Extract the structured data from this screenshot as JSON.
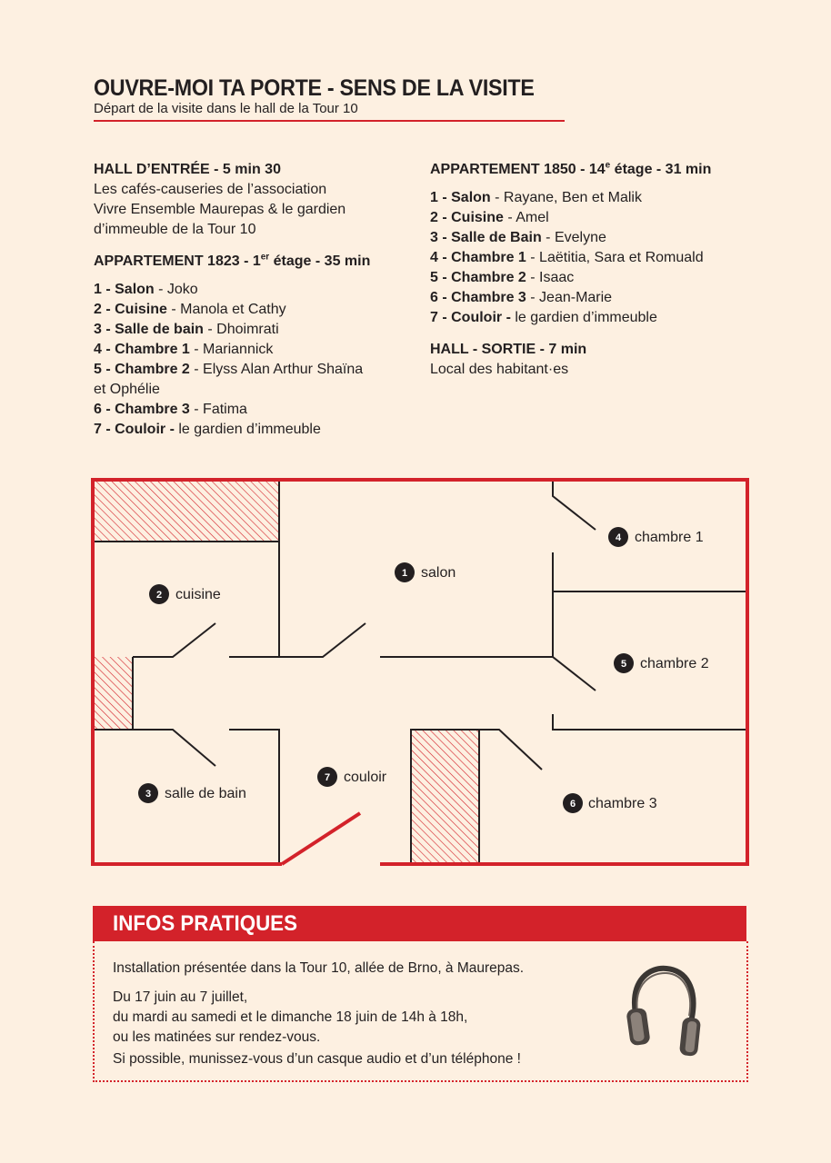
{
  "header": {
    "title": "OUVRE-MOI TA PORTE - SENS DE LA VISITE",
    "subtitle": "Départ de la visite dans le hall de la Tour 10"
  },
  "hall_entree": {
    "heading": "HALL D’ENTRÉE - 5 min 30",
    "lines": [
      "Les cafés-causeries de l’association",
      "Vivre Ensemble Maurepas & le gardien",
      "d’immeuble de la Tour 10"
    ]
  },
  "apt1823": {
    "heading_pre": "APPARTEMENT 1823 - 1",
    "heading_sup": "er",
    "heading_post": " étage - 35 min",
    "items": [
      {
        "num": "1 - ",
        "room": "Salon",
        "people": " - Joko"
      },
      {
        "num": "2 - ",
        "room": "Cuisine",
        "people": " - Manola et Cathy"
      },
      {
        "num": "3 - ",
        "room": "Salle de bain",
        "people": " - Dhoimrati"
      },
      {
        "num": "4 - ",
        "room": "Chambre 1",
        "people": " - Mariannick"
      },
      {
        "num": "5 - ",
        "room": "Chambre 2",
        "people": " - Elyss Alan Arthur Shaïna",
        "people2": "et Ophélie"
      },
      {
        "num": "6 - ",
        "room": "Chambre 3",
        "people": " - Fatima"
      },
      {
        "num": "7 - ",
        "room": "Couloir -",
        "people": " le gardien d’immeuble"
      }
    ]
  },
  "apt1850": {
    "heading_pre": "APPARTEMENT 1850 - 14",
    "heading_sup": "e",
    "heading_post": " étage - 31 min",
    "items": [
      {
        "num": "1 - ",
        "room": "Salon",
        "people": " - Rayane, Ben et Malik"
      },
      {
        "num": "2 - ",
        "room": "Cuisine",
        "people": " - Amel"
      },
      {
        "num": "3 - ",
        "room": "Salle de Bain",
        "people": " - Evelyne"
      },
      {
        "num": "4 - ",
        "room": "Chambre 1",
        "people": " - Laëtitia, Sara et Romuald"
      },
      {
        "num": "5 - ",
        "room": "Chambre 2",
        "people": " - Isaac"
      },
      {
        "num": "6 - ",
        "room": "Chambre 3",
        "people": " - Jean-Marie"
      },
      {
        "num": "7 - ",
        "room": "Couloir -",
        "people": " le gardien d’immeuble"
      }
    ]
  },
  "hall_sortie": {
    "heading": "HALL - SORTIE - 7 min",
    "line": "Local des habitant·es"
  },
  "plan": {
    "rooms": [
      {
        "num": "1",
        "label": "salon"
      },
      {
        "num": "2",
        "label": "cuisine"
      },
      {
        "num": "3",
        "label": "salle de bain"
      },
      {
        "num": "4",
        "label": "chambre 1"
      },
      {
        "num": "5",
        "label": "chambre 2"
      },
      {
        "num": "6",
        "label": "chambre 3"
      },
      {
        "num": "7",
        "label": "couloir"
      }
    ]
  },
  "infos": {
    "title": "INFOS PRATIQUES",
    "location": "Installation présentée dans la Tour 10, allée de Brno, à Maurepas.",
    "dates": [
      "Du 17 juin au 7 juillet,",
      "du mardi au samedi et le dimanche 18 juin de 14h à 18h,",
      "ou les matinées sur rendez-vous."
    ],
    "advice": "Si possible, munissez-vous d’un casque audio et d’un téléphone !"
  },
  "colors": {
    "accent": "#d3222a",
    "background": "#fdf0e1",
    "text": "#231f20"
  }
}
